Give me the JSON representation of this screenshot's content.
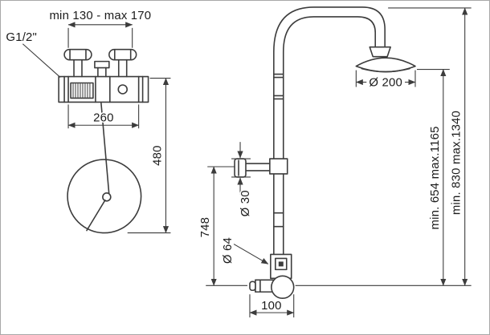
{
  "colors": {
    "line": "#3c3c3c",
    "label_text": "#1b1b1b",
    "background": "#ffffff"
  },
  "labels": {
    "mixer_span": "min 130 - max 170",
    "thread_size": "G1/2\"",
    "mixer_width": "260",
    "hose_length": "480",
    "head_diameter": "Ø 200",
    "holder_diameter": "Ø 30",
    "riser_height_range": "min. 654 max.1165",
    "total_height_range": "min. 830 max.1340",
    "lower_section_height": "748",
    "valve_diameter": "Ø 64",
    "valve_depth": "100"
  }
}
